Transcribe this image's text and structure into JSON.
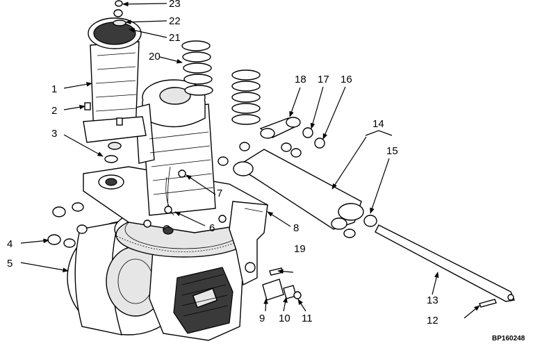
{
  "figure_code": "BP160248",
  "callouts": [
    "1",
    "2",
    "3",
    "4",
    "5",
    "6",
    "7",
    "8",
    "9",
    "10",
    "11",
    "12",
    "13",
    "14",
    "15",
    "16",
    "17",
    "18",
    "19",
    "20",
    "21",
    "22",
    "23"
  ]
}
